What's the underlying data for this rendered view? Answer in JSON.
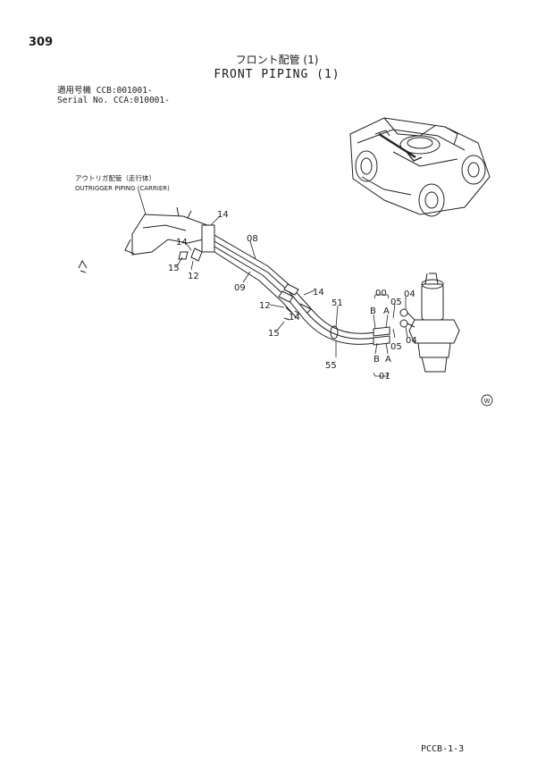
{
  "page_number": "309",
  "title_ja": "フロント配管 (1)",
  "title_en": "FRONT PIPING (1)",
  "serial": {
    "line1": "適用号機 CCB:001001-",
    "line2": "Serial No. CCA:010001-"
  },
  "outrigger_label_ja": "アウトリガ配管（走行体）",
  "outrigger_label_en": "OUTRIGGER PIPING (CARRIER)",
  "callouts": {
    "c14a": "14",
    "c14b": "14",
    "c14c": "14",
    "c14d": "14",
    "c15a": "15",
    "c15b": "15",
    "c12a": "12",
    "c12b": "12",
    "c08": "08",
    "c09": "09",
    "c51": "51",
    "c55": "55",
    "c00": "00",
    "c01": "01",
    "c04a": "04",
    "c04b": "04",
    "c05a": "05",
    "c05b": "05",
    "cB1": "B",
    "cA1": "A",
    "cB2": "B",
    "cA2": "A"
  },
  "mark_w": "W",
  "footer": "PCCB-1-3"
}
